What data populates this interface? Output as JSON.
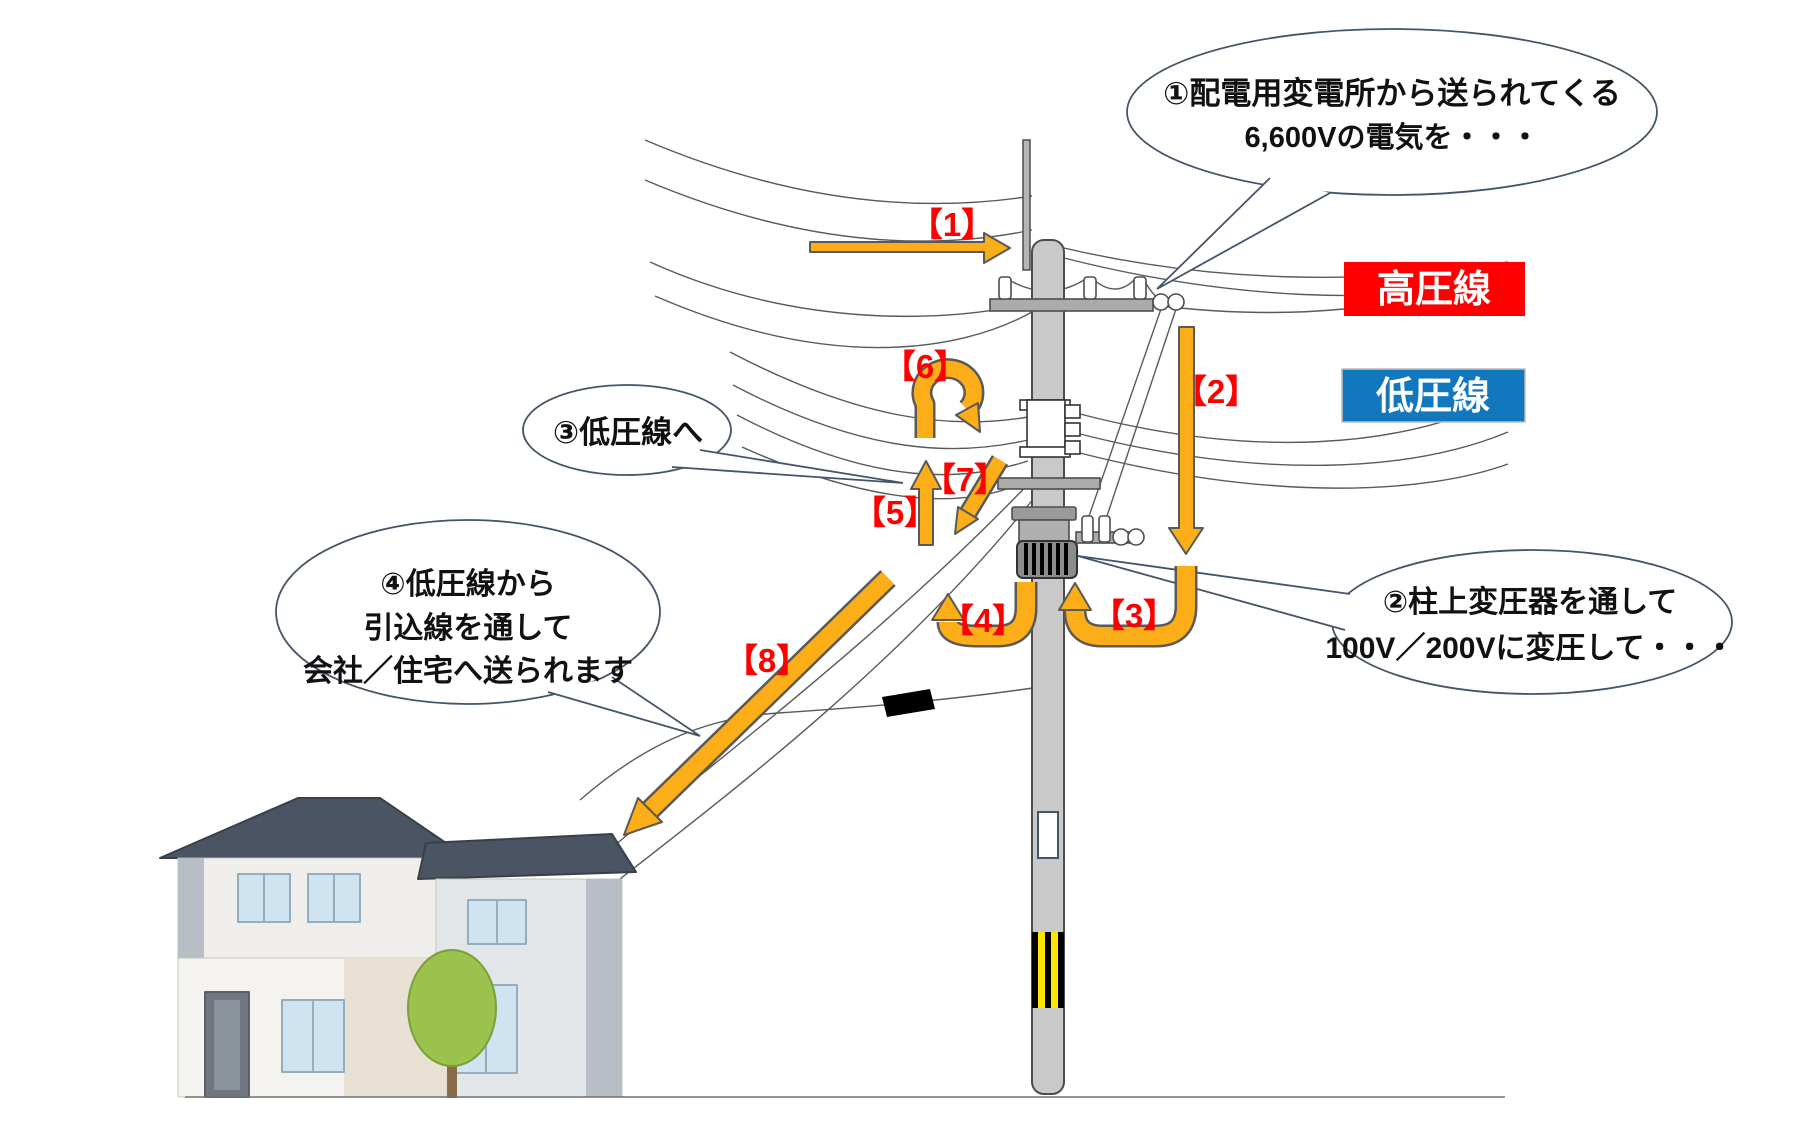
{
  "diagram": {
    "callout1": {
      "line1": "①配電用変電所から送られてくる",
      "line2": "6,600Vの電気を・・・"
    },
    "callout2": {
      "line1": "②柱上変圧器を通して",
      "line2": "100V／200Vに変圧して・・・"
    },
    "callout3": {
      "line1": "③低圧線へ"
    },
    "callout4": {
      "line1": "④低圧線から",
      "line2": "引込線を通して",
      "line3": "会社／住宅へ送られます"
    },
    "high_voltage_label": "高圧線",
    "low_voltage_label": "低圧線",
    "steps": [
      {
        "label": "【1】"
      },
      {
        "label": "【2】"
      },
      {
        "label": "【3】"
      },
      {
        "label": "【4】"
      },
      {
        "label": "【5】"
      },
      {
        "label": "【6】"
      },
      {
        "label": "【7】"
      },
      {
        "label": "【8】"
      }
    ],
    "colors": {
      "arrow_orange": "#FBAE17",
      "marker_red": "#FF0000",
      "hv_box_red": "#FE0000",
      "lv_box_blue": "#1278BE",
      "bubble_stroke": "#44546A",
      "wire_gray": "#5A5A5A",
      "pole_gray": "#C9C9C9",
      "stripe_yellow": "#FFE500"
    }
  }
}
